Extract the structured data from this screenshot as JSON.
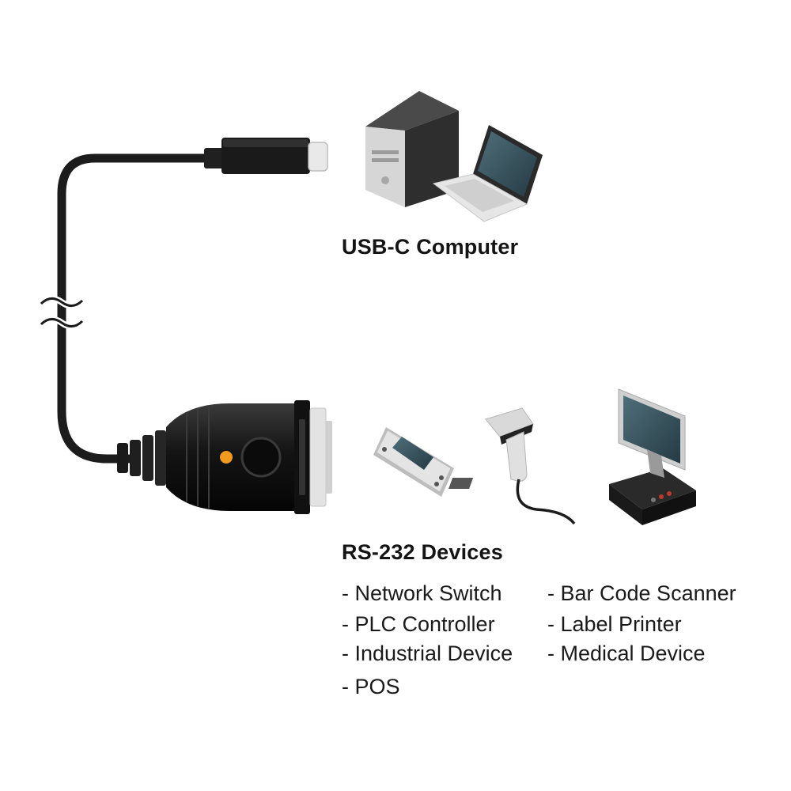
{
  "usb_section": {
    "title": "USB-C Computer"
  },
  "rs232_section": {
    "title": "RS-232 Devices",
    "devices_left": [
      "- Network Switch",
      "- PLC Controller",
      "- Industrial Device",
      "- POS"
    ],
    "devices_right": [
      "- Bar Code Scanner",
      "- Label Printer",
      "- Medical Device"
    ]
  },
  "colors": {
    "cable": "#1c1c1c",
    "led": "#f29a1f",
    "device_screen": "#3c5a66",
    "metal": "#d9d9d9"
  },
  "icons": [
    "usb-c-connector-icon",
    "desktop-tower-icon",
    "laptop-icon",
    "db9-adapter-icon",
    "handheld-terminal-icon",
    "barcode-scanner-icon",
    "pos-terminal-icon"
  ]
}
